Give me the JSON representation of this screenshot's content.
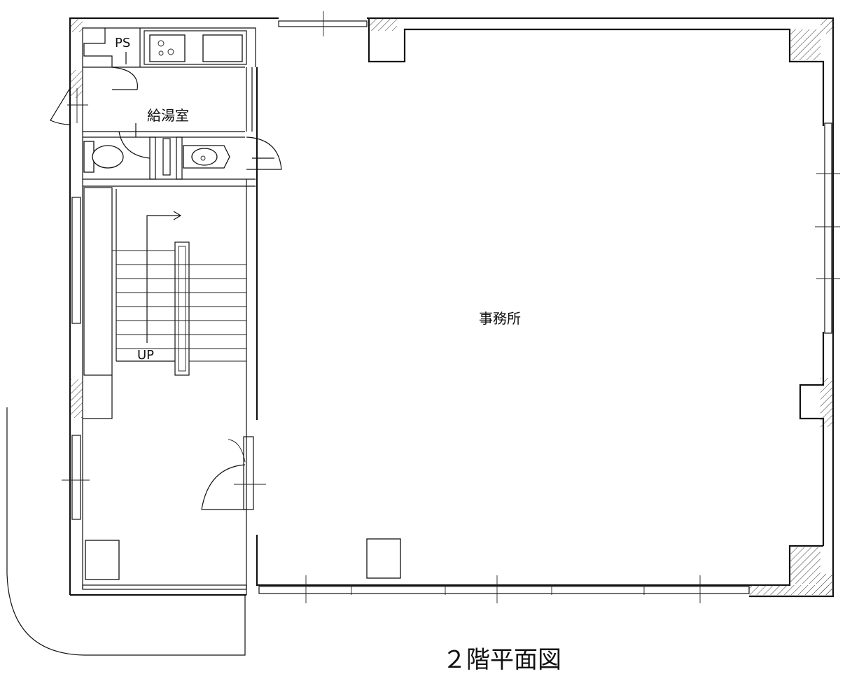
{
  "rooms": {
    "kitchenette": "給湯室",
    "office": "事務所",
    "pipe_space": "PS"
  },
  "stair_label": "UP",
  "floor_title": "２階平面図"
}
